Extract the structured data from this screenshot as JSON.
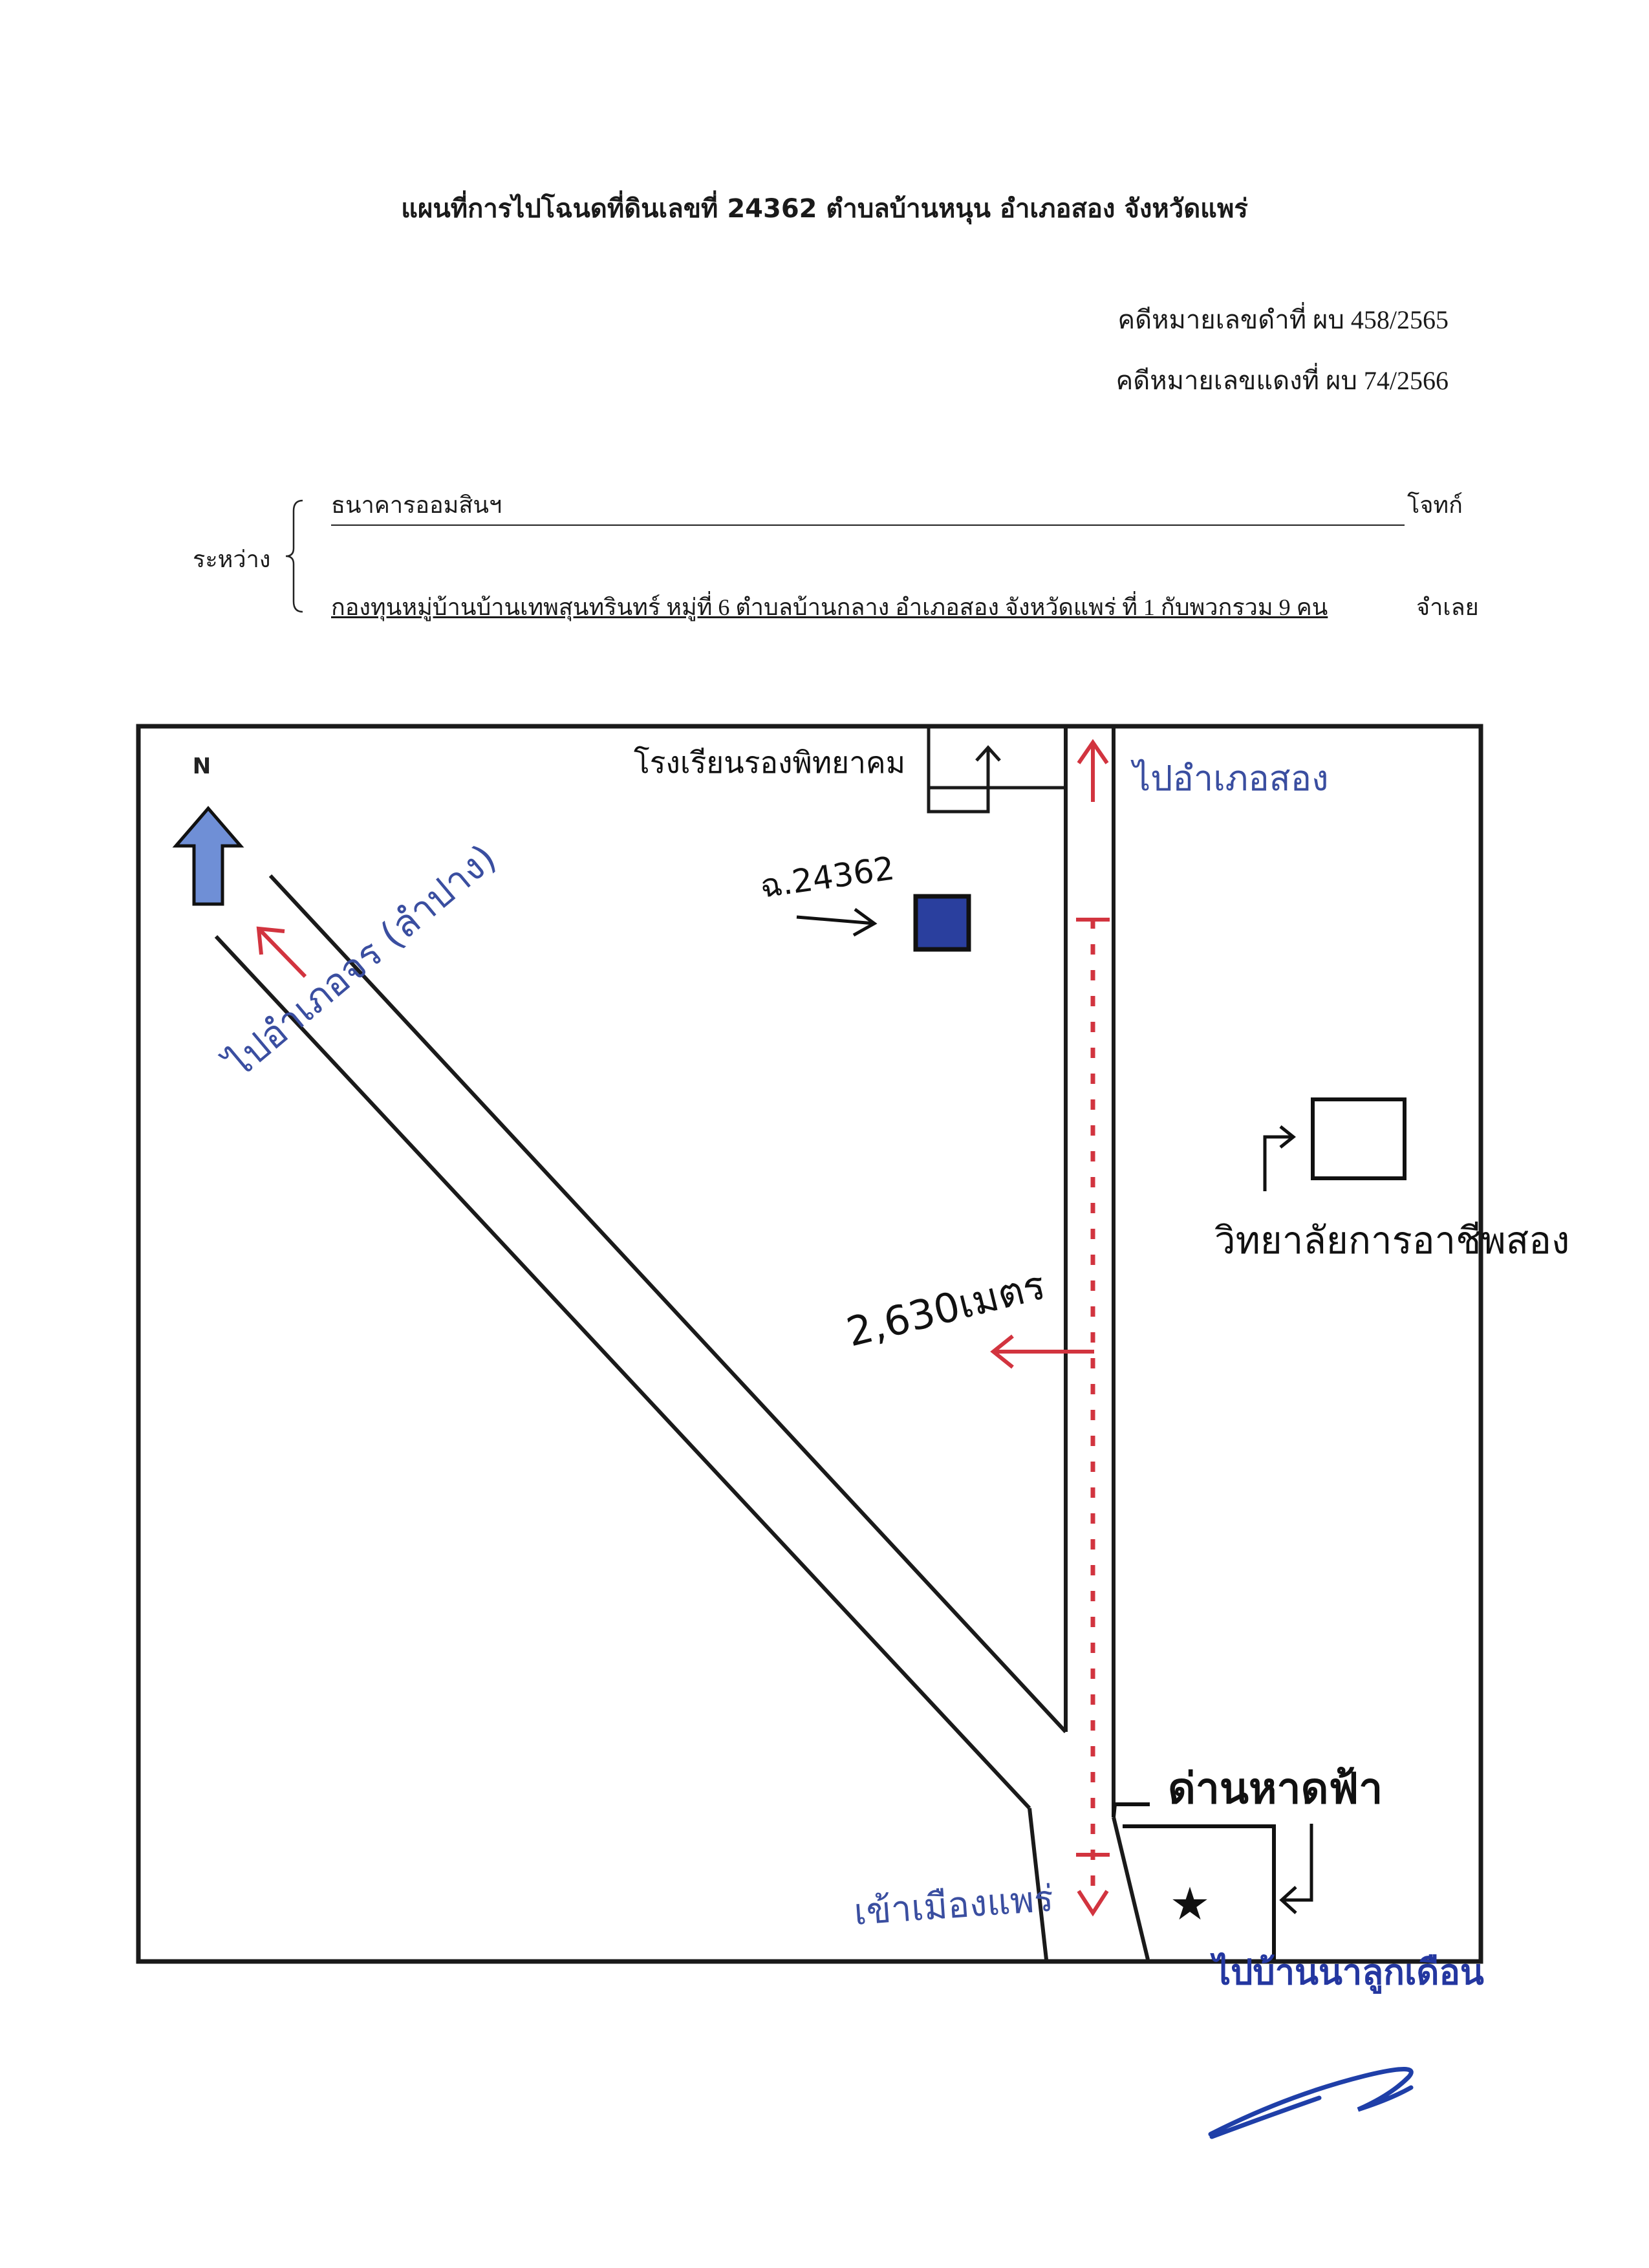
{
  "document": {
    "title": "แผนที่การไปโฉนดที่ดินเลขที่ 24362  ตำบลบ้านหนุน อำเภอสอง จังหวัดแพร่",
    "black_case": "คดีหมายเลขดำที่ ผบ 458/2565",
    "red_case": "คดีหมายเลขแดงที่  ผบ 74/2566",
    "between_label": "ระหว่าง",
    "plaintiff_name": "ธนาคารออมสินฯ",
    "plaintiff_role": "โจทก์",
    "defendant_name": "กองทุนหมู่บ้านบ้านเทพสุนทรินทร์ หมู่ที่ 6 ตำบลบ้านกลาง อำเภอสอง  จังหวัดแพร่  ที่ 1 กับพวกรวม 9 คน",
    "defendant_role": "จำเลย"
  },
  "map": {
    "north_label": "N",
    "north_arrow_color": "#6f8fd6",
    "route_color": "#d2343f",
    "labels": {
      "school": "โรงเรียนรองพิทยาคม",
      "to_district": "ไปอำเภอสอง",
      "to_district_diag": "ไปอำเภอจร (ลำปาง)",
      "plot": "ฉ.24362",
      "college": "วิทยาลัยการอาชีพสอง",
      "distance": "2,630เมตร",
      "checkpoint": "ด่านหาดฟ้า",
      "to_town": "เข้าเมืองแพร่",
      "landmark": "ไปบ้านนาลูกเดือน"
    },
    "icons": [
      "north-arrow-icon",
      "plot-marker-icon",
      "star-icon",
      "signature-icon"
    ]
  }
}
